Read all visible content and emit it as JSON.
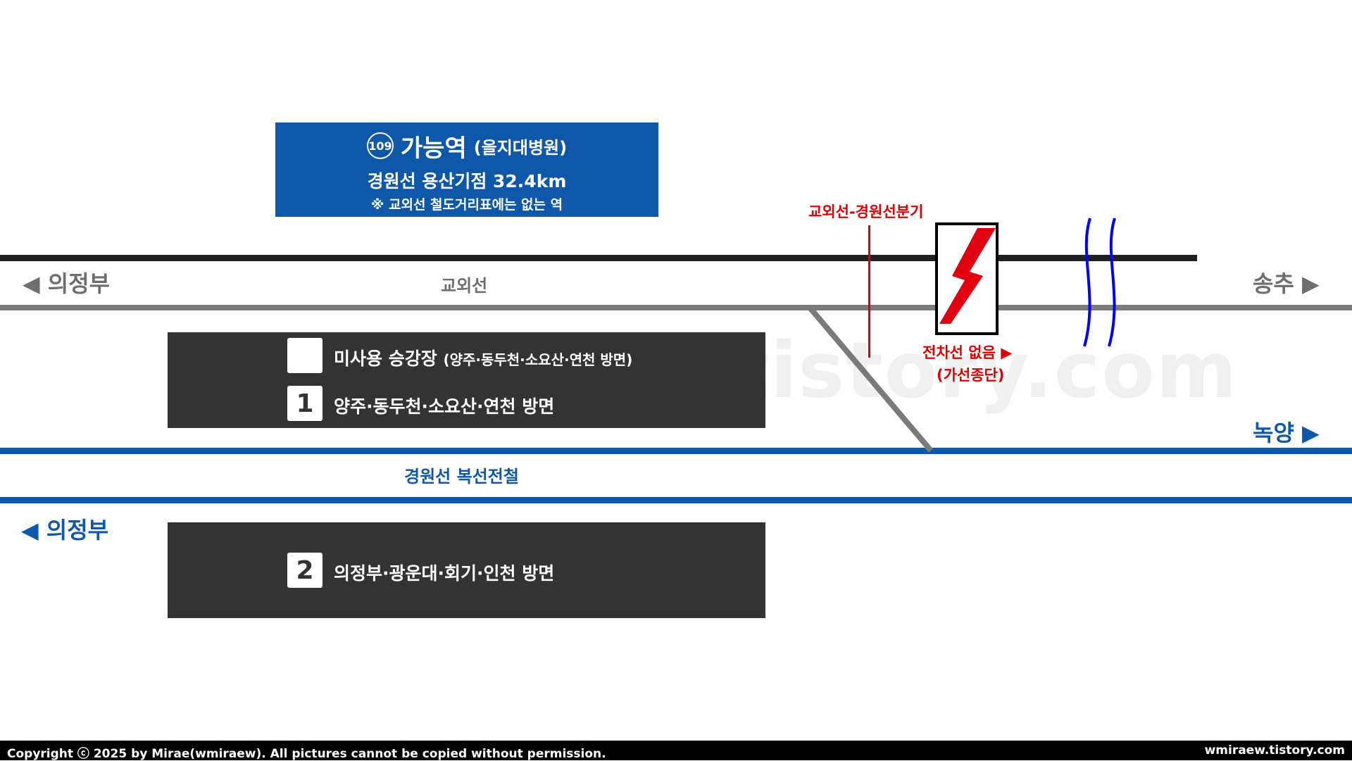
{
  "station": {
    "number": "109",
    "name": "가능역",
    "subname": "(을지대병원)",
    "distance": "경원선 용산기점 32.4km",
    "note": "※ 교외선 철도거리표에는 없는 역"
  },
  "lines": {
    "gyooe_label": "교외선",
    "gyeongwon_label": "경원선 복선전철",
    "branch_label": "교외선-경원선분기"
  },
  "directions": {
    "uijeongbu_top": "◀ 의정부",
    "songchu": "송추 ▶",
    "nogyang": "녹양 ▶",
    "uijeongbu_bottom": "◀ 의정부"
  },
  "platforms": {
    "p1_unused_text": "미사용 승강장",
    "p1_unused_sub": "(양주·동두천·소요산·연천 방면)",
    "p1_number": "1",
    "p1_text": "양주·동두천·소요산·연천 방면",
    "p2_number": "2",
    "p2_text": "의정부·광운대·회기·인천 방면"
  },
  "notes": {
    "no_wire": "전차선 없음 ▶",
    "wire_end": "(가선종단)"
  },
  "watermark": "wmiraew.tistory.com",
  "footer": {
    "copyright": "Copyright ⓒ 2025 by Mirae(wmiraew). All pictures cannot be copied without permission.",
    "site": "wmiraew.tistory.com"
  },
  "colors": {
    "brand_blue": "#0f57a8",
    "track_black": "#202020",
    "track_gray": "#7a7a7a",
    "platform": "#333333",
    "red": "#e00000",
    "break_blue": "#0000ff"
  }
}
